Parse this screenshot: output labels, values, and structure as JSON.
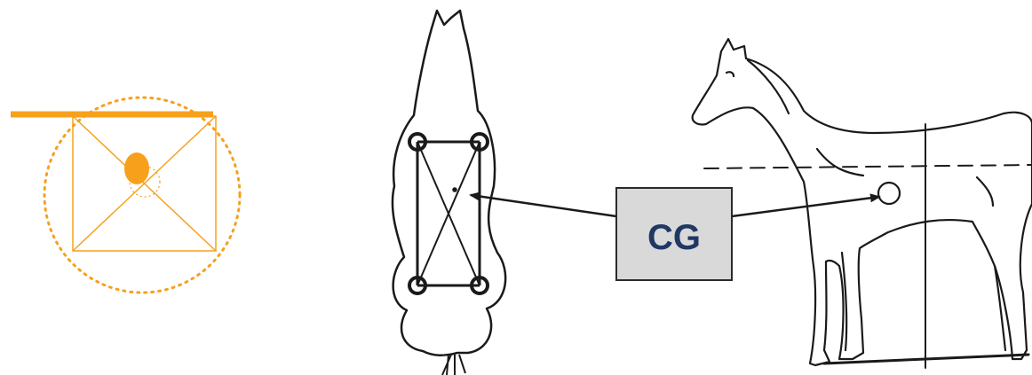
{
  "label": {
    "text": "CG",
    "box_fill": "#d9d9d9",
    "box_stroke": "#2b2b2b",
    "text_color": "#1f3864"
  },
  "colors": {
    "accent": "#f7a01c",
    "ink": "#1a1a1a"
  },
  "icons": {
    "balance": "orange-balance-diagram",
    "top_view": "horse-top-view",
    "side_view": "horse-side-view"
  }
}
